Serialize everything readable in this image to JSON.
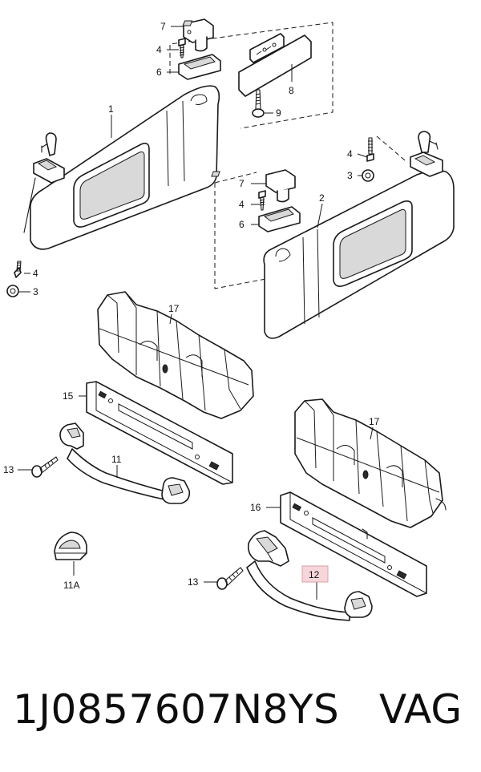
{
  "callouts": {
    "c1": "1",
    "c2": "2",
    "c3a": "3",
    "c3b": "3",
    "c4a": "4",
    "c4b": "4",
    "c4c": "4",
    "c4d": "4",
    "c6a": "6",
    "c6b": "6",
    "c7a": "7",
    "c7b": "7",
    "c8": "8",
    "c9": "9",
    "c11": "11",
    "c11a": "11A",
    "c12": "12",
    "c13a": "13",
    "c13b": "13",
    "c15": "15",
    "c16": "16",
    "c17a": "17",
    "c17b": "17"
  },
  "footer": {
    "part_number": "1J0857607N8YS",
    "brand": "VAG"
  },
  "colors": {
    "highlight": "#f7d6da",
    "line": "#1a1a1a"
  }
}
